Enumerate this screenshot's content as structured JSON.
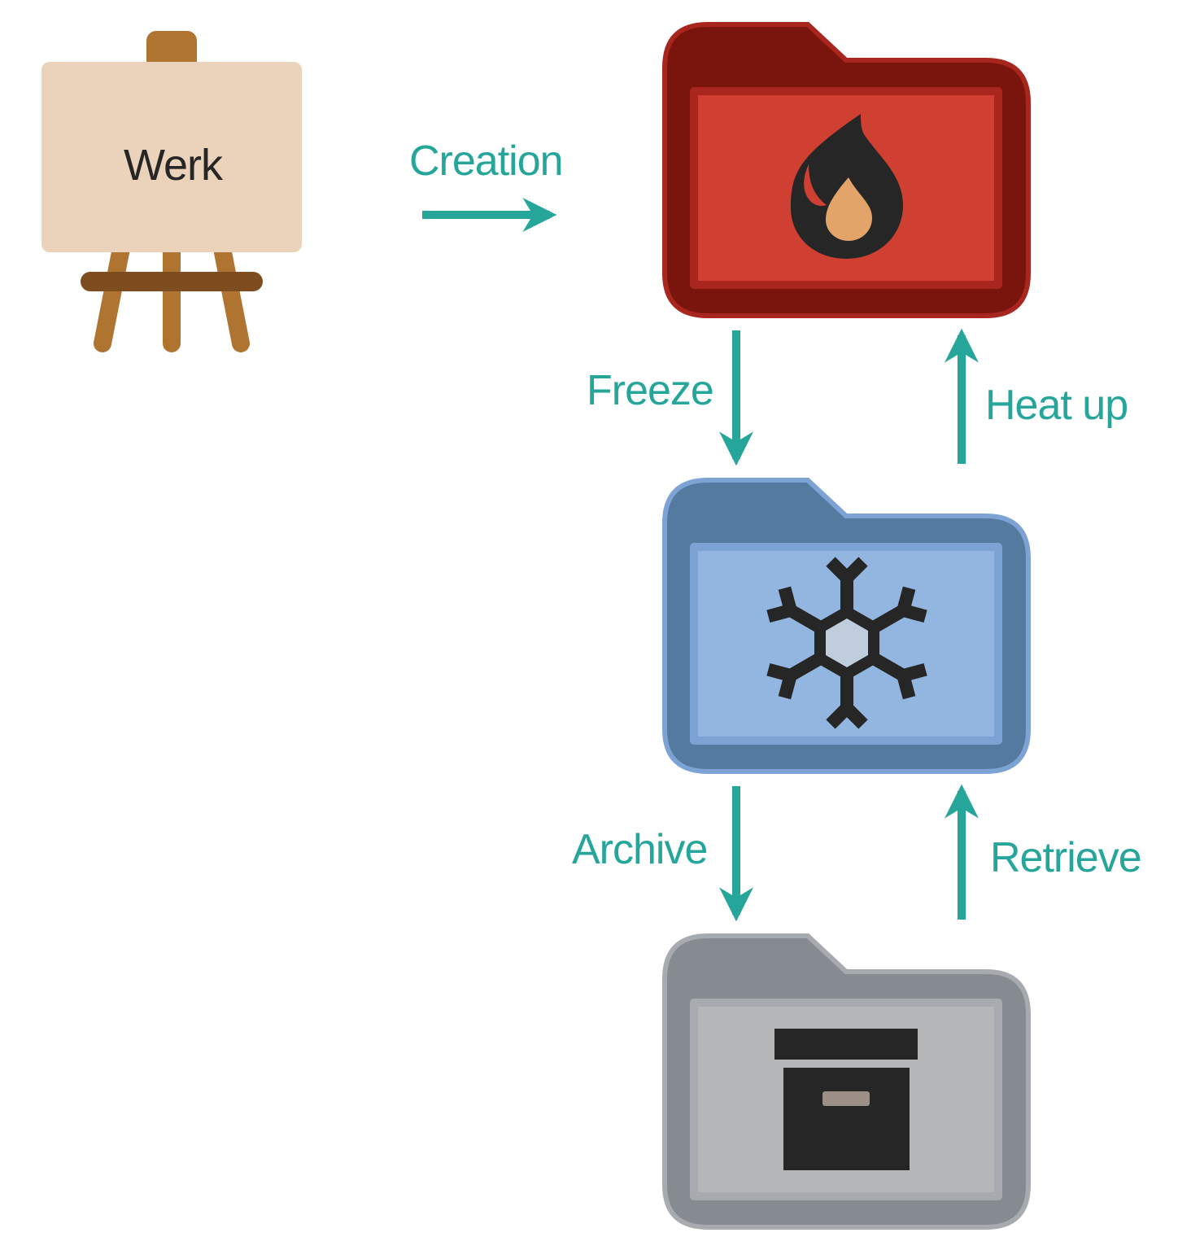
{
  "easel": {
    "label": "Werk",
    "board_color": "#EAD3BA",
    "wood_color": "#AE7430",
    "bar_color": "#7D4D1F"
  },
  "folders": [
    {
      "name": "hot",
      "icon": "flame-icon",
      "tab_color": "#7A150E",
      "border_color": "#A9261F",
      "face_color": "#CF3F32"
    },
    {
      "name": "cold",
      "icon": "snowflake-icon",
      "tab_color": "#557A9F",
      "border_color": "#7CA3D4",
      "face_color": "#93B6E0"
    },
    {
      "name": "archive",
      "icon": "archive-box-icon",
      "tab_color": "#868B91",
      "border_color": "#A7AAAE",
      "face_color": "#B5B6B8"
    }
  ],
  "arrows": {
    "creation": "Creation",
    "freeze": "Freeze",
    "heat_up": "Heat up",
    "archive": "Archive",
    "retrieve": "Retrieve"
  },
  "colors": {
    "arrow": "#26A69A",
    "icon": "#262626"
  }
}
